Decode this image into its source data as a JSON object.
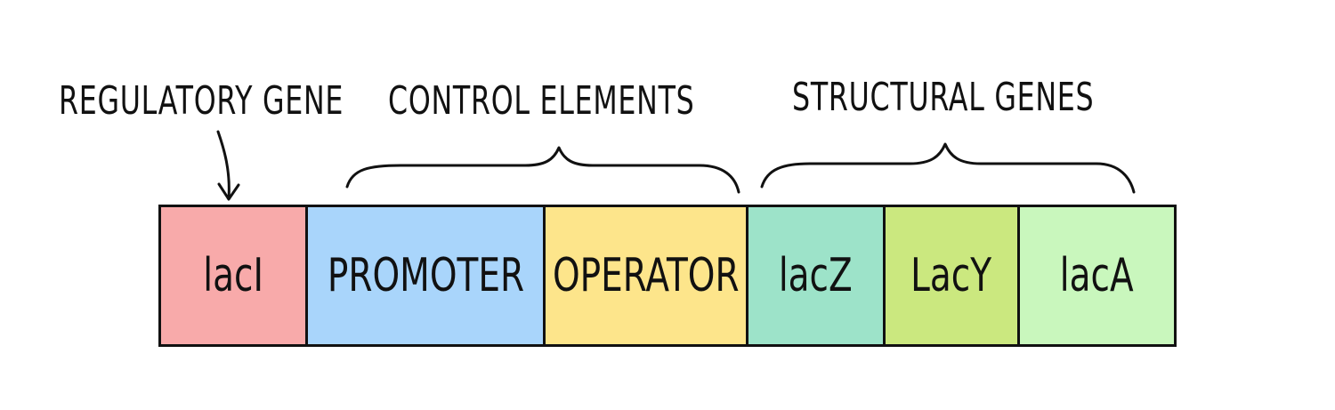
{
  "headings": {
    "regulatory": "REGULATORY GENE",
    "control": "CONTROL ELEMENTS",
    "structural": "STRUCTURAL GENES"
  },
  "segments": [
    {
      "label": "lacI",
      "color": "#f8aaaa"
    },
    {
      "label": "PROMOTER",
      "color": "#a9d5fb"
    },
    {
      "label": "OPERATOR",
      "color": "#fde58b"
    },
    {
      "label": "lacZ",
      "color": "#9de3c9"
    },
    {
      "label": "LacY",
      "color": "#cbe87f"
    },
    {
      "label": "lacA",
      "color": "#c9f7bd"
    }
  ]
}
